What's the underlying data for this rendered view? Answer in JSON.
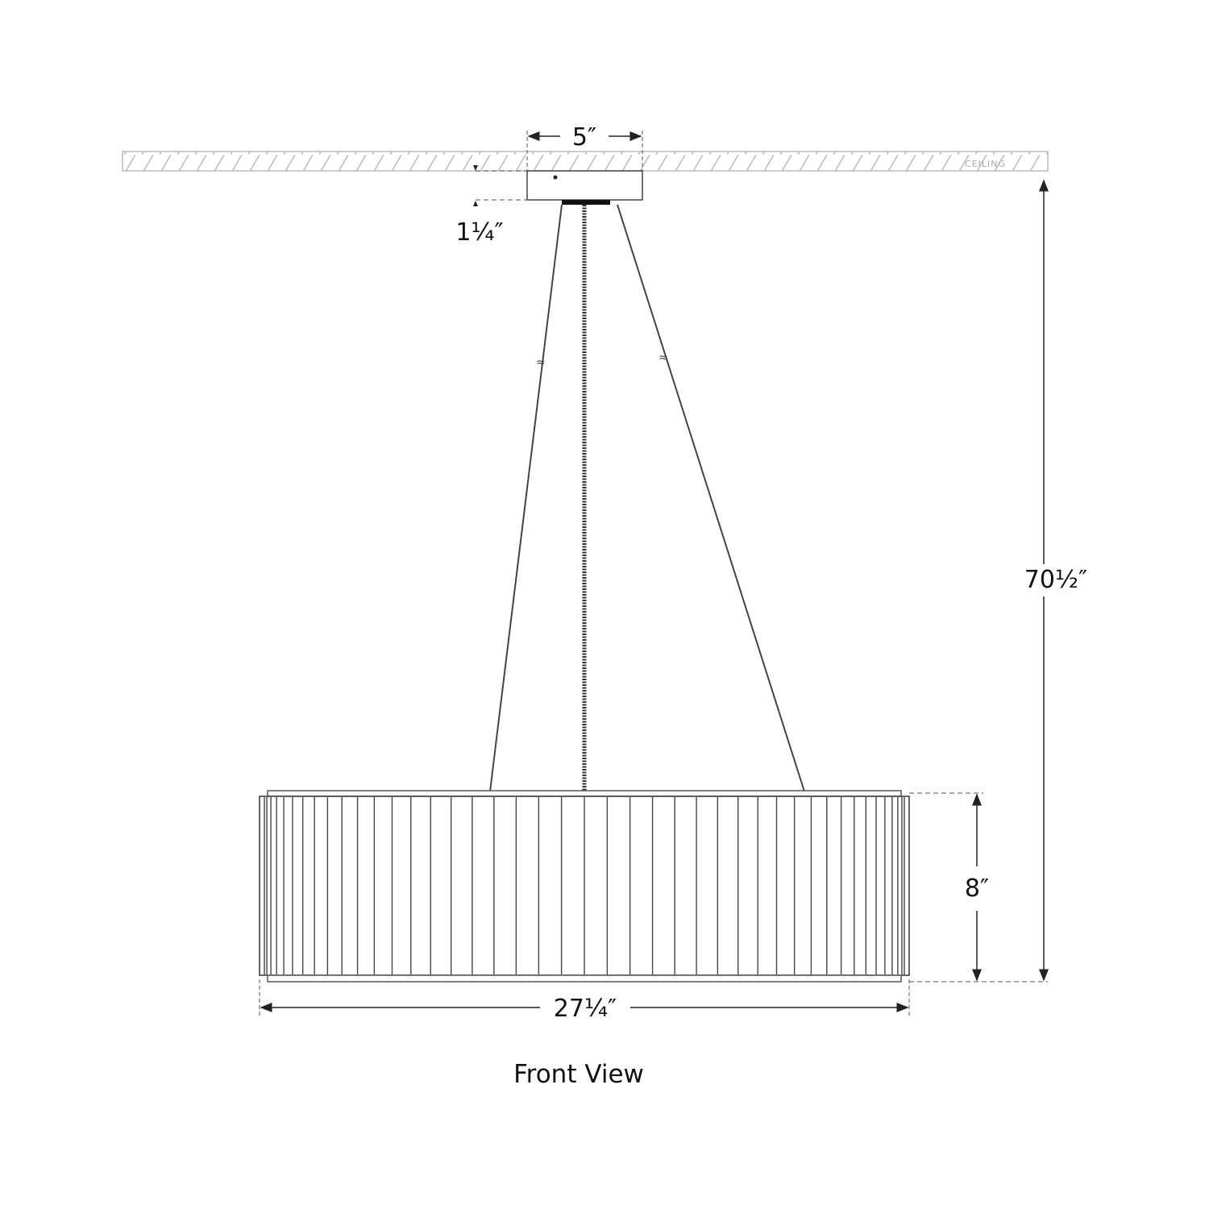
{
  "dimensions": {
    "canopy_width": "5″",
    "canopy_height": "1¼″",
    "overall_height": "70½″",
    "shade_height": "8″",
    "shade_width": "27¼″"
  },
  "ceiling_label": "CEILING",
  "caption": "Front View",
  "colors": {
    "line": "#333333",
    "hatch": "#bbbbbb"
  }
}
